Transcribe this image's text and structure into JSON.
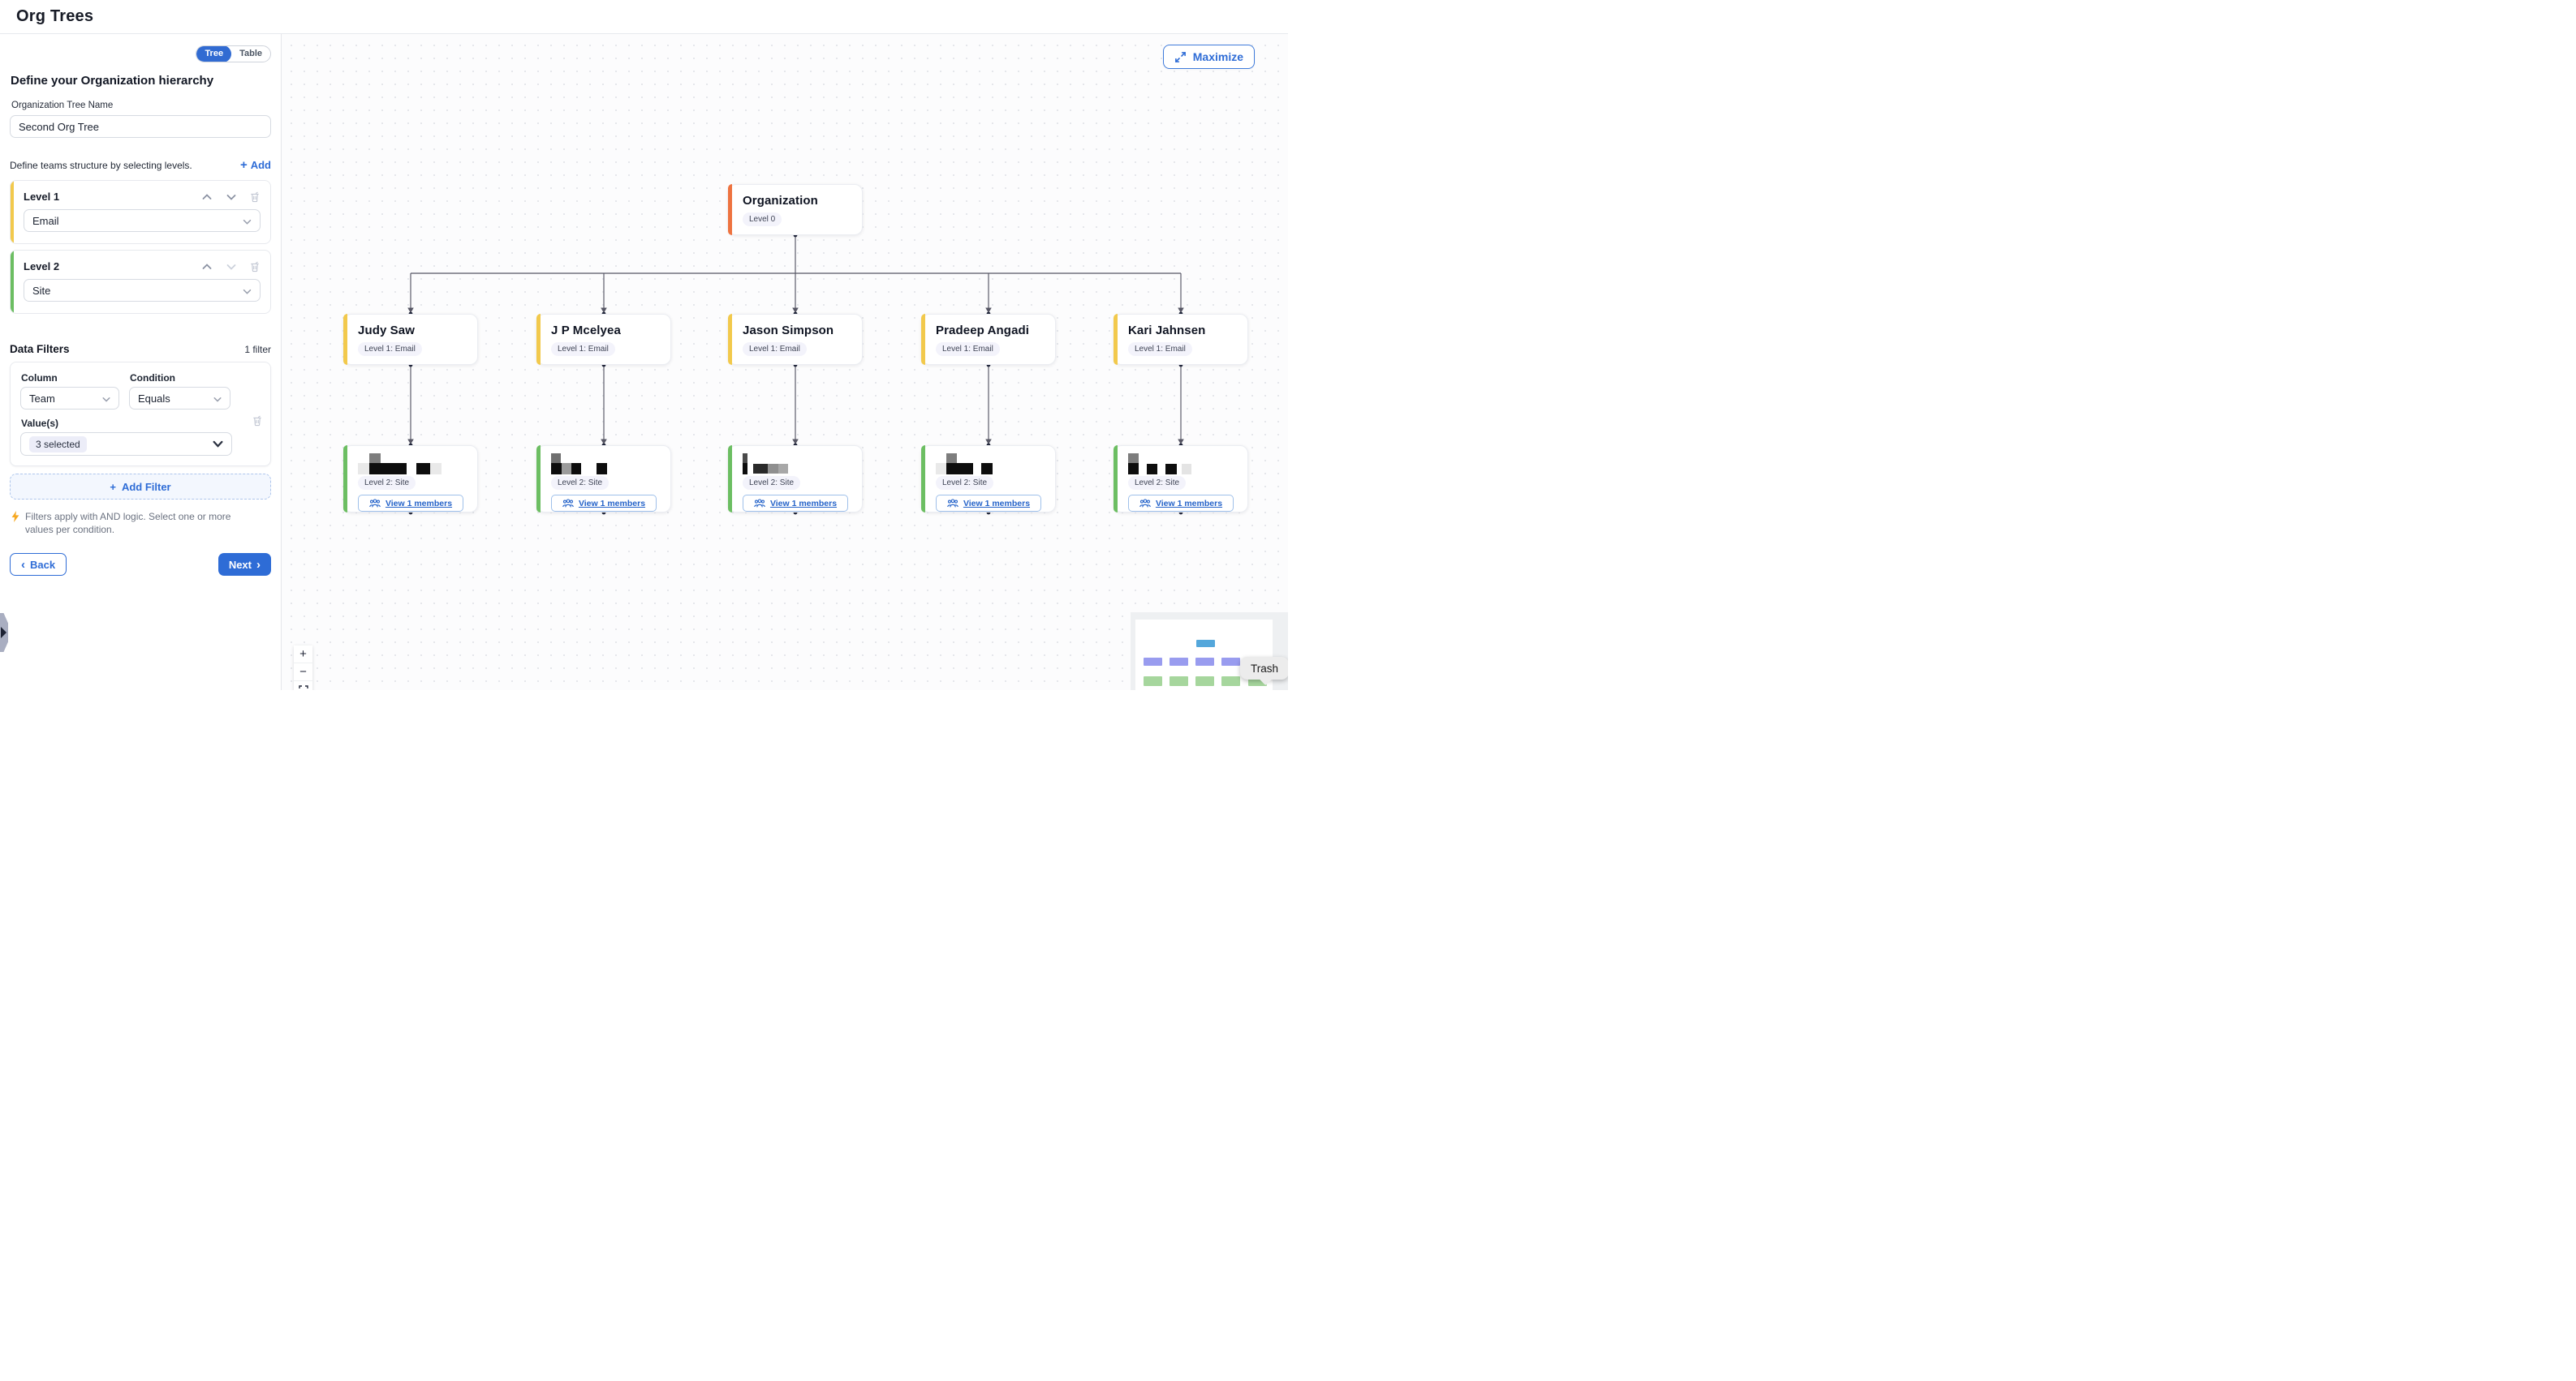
{
  "header": {
    "title": "Org Trees"
  },
  "sidebar": {
    "toggle": {
      "tree": "Tree",
      "table": "Table",
      "selected": "Tree"
    },
    "heading": "Define your Organization hierarchy",
    "tree_name_label": "Organization Tree Name",
    "tree_name_value": "Second Org Tree",
    "levels_hint": "Define teams structure by selecting levels.",
    "add_level_label": "Add",
    "levels": [
      {
        "label": "Level 1",
        "value": "Email"
      },
      {
        "label": "Level 2",
        "value": "Site"
      }
    ],
    "data_filters_title": "Data Filters",
    "filter_count": "1 filter",
    "filter": {
      "column_label": "Column",
      "column_value": "Team",
      "condition_label": "Condition",
      "condition_value": "Equals",
      "values_label": "Value(s)",
      "values_value": "3 selected"
    },
    "add_filter_label": "Add Filter",
    "note": "Filters apply with AND logic. Select one or more values per condition.",
    "back_label": "Back",
    "next_label": "Next"
  },
  "canvas": {
    "maximize_label": "Maximize",
    "zoom_in_label": "+",
    "zoom_out_label": "−",
    "tree": {
      "root": {
        "title": "Organization",
        "badge": "Level 0"
      },
      "level1_badge": "Level 1: Email",
      "level1_names": [
        "Judy Saw",
        "J P Mcelyea",
        "Jason Simpson",
        "Pradeep Angadi",
        "Kari Jahnsen"
      ],
      "level2_badge": "Level 2: Site",
      "members_label": "View 1 members"
    },
    "tooltip": "Trash"
  },
  "colors": {
    "accent_blue": "#2e6cd6",
    "root_orange": "#EE7340",
    "level1_yellow": "#F2C94C",
    "level2_green": "#6CBE62",
    "edge": "#565664",
    "minimap_root": "#54A7DB",
    "minimap_l1": "#999CEF",
    "minimap_l2": "#A6D69D"
  }
}
